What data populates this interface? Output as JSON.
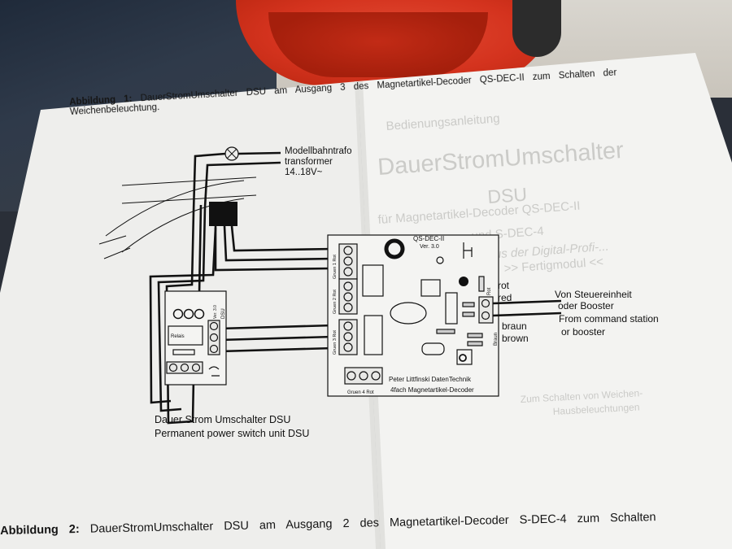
{
  "figure1": {
    "caption_label": "Abbildung 1:",
    "caption_text": "DauerStromUmschalter DSU am Ausgang 3 des Magnetartikel-Decoder QS-DEC-II zum Schalten der",
    "caption_line2": "Weichenbeleuchtung."
  },
  "figure2": {
    "caption_label": "Abbildung 2:",
    "caption_text": "DauerStromUmschalter DSU am Ausgang 2 des Magnetartikel-Decoder S-DEC-4 zum Schalten"
  },
  "transformer": {
    "line1": "Modellbahntrafo",
    "line2": "transformer",
    "line3": "14..18V~"
  },
  "decoder": {
    "name": "QS-DEC-II",
    "version": "Ver. 3.0",
    "maker": "Peter Littfinski DatenTechnik",
    "type": "4fach Magnetartikel-Decoder",
    "bottom_terminal": "Gruen  4  Rot",
    "terminal_labels": [
      "Gruen 1 Rot",
      "Gruen 2 Rot",
      "Gruen 3 Rot"
    ],
    "side_label_top": "Rot",
    "side_label_bottom": "Braun"
  },
  "dsu": {
    "name": "DSU",
    "ver": "Ver. 3.0",
    "relais": "Relais"
  },
  "wires": {
    "red_de": "rot",
    "red_en": "red",
    "brown_de": "braun",
    "brown_en": "brown"
  },
  "source": {
    "de_line1": "Von Steuereinheit",
    "de_line2": "oder Booster",
    "en_line1": "From command station",
    "en_line2": "or booster"
  },
  "dsu_caption": {
    "de": "Dauer Strom Umschalter DSU",
    "en": "Permanent power switch unit DSU"
  },
  "back_page": {
    "title": "DauerStromUmschalter",
    "subtitle": "DSU",
    "line_a": "Bedienungsanleitung",
    "line_b": "für Magnetartikel-Decoder QS-DEC-II",
    "line_c": "und S-DEC-4",
    "line_d": "aus der Digital-Profi-...",
    "line_e": ">> Fertigmodul <<",
    "line_f": "Zum Schalten von Weichen-",
    "line_g": "Hausbeleuchtungen"
  },
  "colors": {
    "paper": "#f2f2f0",
    "ink": "#151515",
    "bowl": "#d4331e"
  }
}
